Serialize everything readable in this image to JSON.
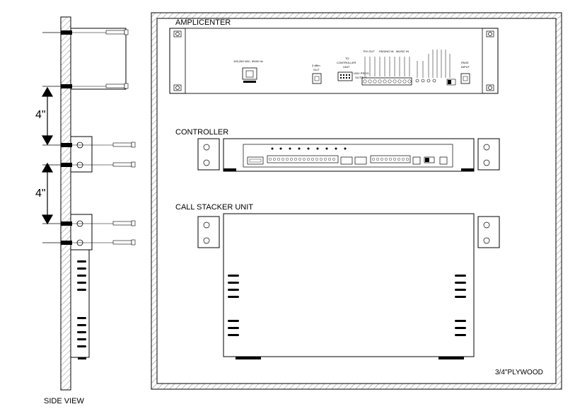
{
  "labels": {
    "amplicenter": "AMPLICENTER",
    "controller": "CONTROLLER",
    "call_stacker": "CALL STACKER  UNIT",
    "plywood": "3/4\"PLYWOOD",
    "side_view": "SIDE VIEW"
  },
  "dimensions": {
    "upper_spacing": "4\"",
    "lower_spacing": "4\""
  },
  "amplicenter_panel": {
    "power": "105-260 VAC, 50/60 Hz",
    "out_value": "3 dBm",
    "out_word": "OUT",
    "to_controller_1": "TO",
    "to_controller_2": "CONTROLLER",
    "to_controller_3": "UNIT",
    "line_out_1": "LB/V PROG",
    "line_out_2": "OUTPUT",
    "spk_out": "70V OUT",
    "paging_in": "PAGING IN",
    "music_in": "MUSIC IN",
    "page_input_1": "PAGE",
    "page_input_2": "INPUT"
  },
  "colors": {
    "line": "#000000",
    "hatch": "#555555",
    "background": "#ffffff"
  }
}
